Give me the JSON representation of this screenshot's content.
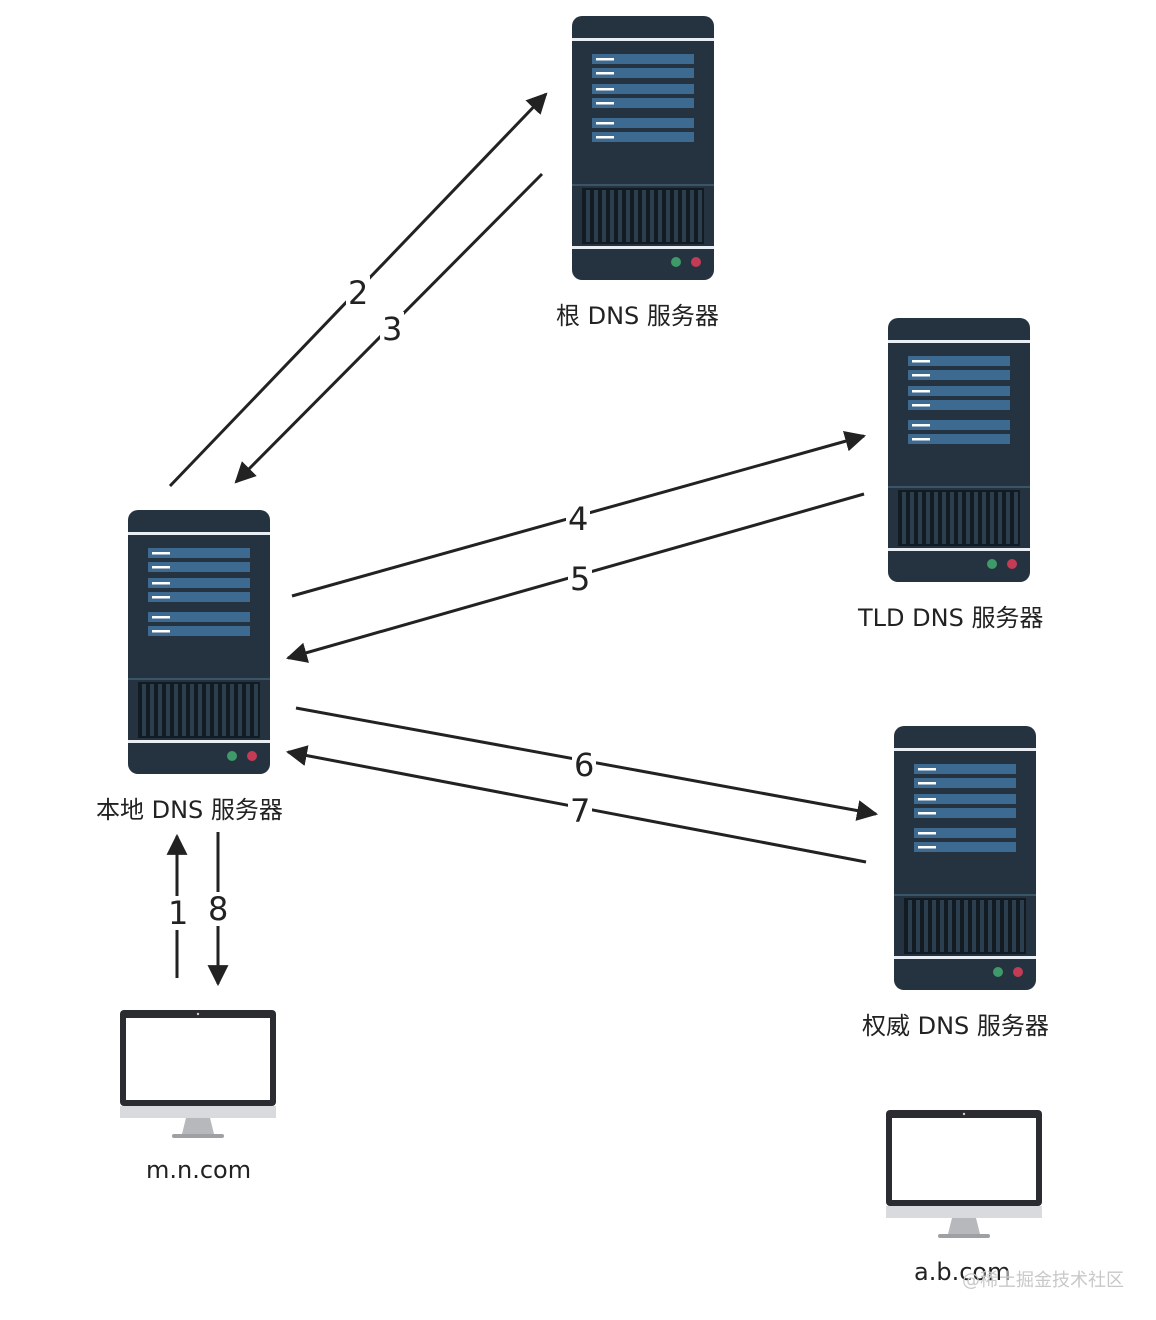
{
  "nodes": {
    "root_dns": {
      "label": "根 DNS 服务器"
    },
    "tld_dns": {
      "label": "TLD DNS 服务器"
    },
    "local_dns": {
      "label": "本地 DNS 服务器"
    },
    "auth_dns": {
      "label": "权威 DNS 服务器"
    },
    "client_mn": {
      "label": "m.n.com"
    },
    "client_ab": {
      "label": "a.b.com"
    }
  },
  "steps": [
    "1",
    "2",
    "3",
    "4",
    "5",
    "6",
    "7",
    "8"
  ],
  "watermark": "@稀土掘金技术社区",
  "colors": {
    "server_body": "#24333f",
    "server_panel": "#3d6a91",
    "arrow": "#222222",
    "led_green": "#3f9a6a",
    "led_red": "#c43b55"
  }
}
